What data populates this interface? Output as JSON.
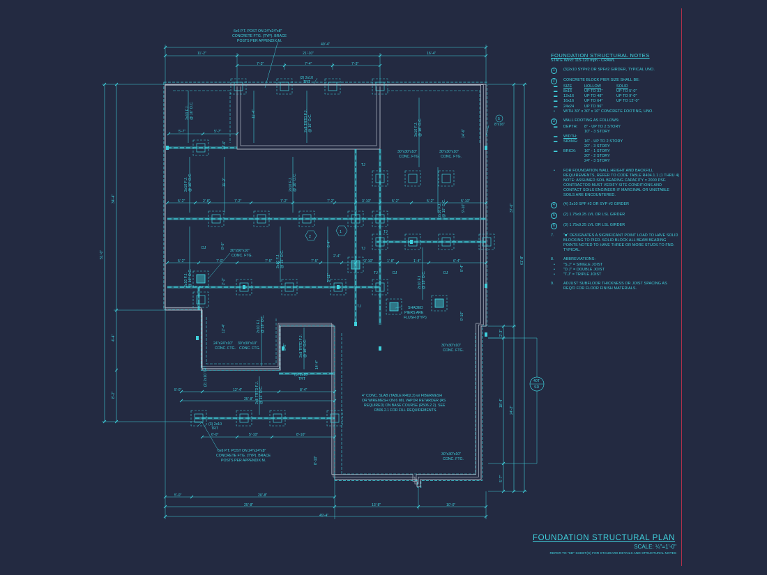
{
  "colors": {
    "background": "#232a41",
    "linework": "#3fd0dc",
    "walls": "#aeb6c4",
    "border": "#b0304a"
  },
  "title": {
    "name": "FOUNDATION STRUCTURAL PLAN",
    "scale": "SCALE: ¼\"=1'-0\"",
    "refer": "REFER TO \"SD\" SHEET(S) FOR STANDARD DETAILS AND STRUCTURAL NOTES"
  },
  "notes": {
    "heading": "FOUNDATION STRUCTURAL NOTES",
    "state": "STATE Wind: 115-120 mph - CRAWL",
    "n1": {
      "num": "1",
      "text": "(3)2x10 SYP#2 OR SPF#2 GIRDER, TYPICAL UNO."
    },
    "n2": {
      "num": "2",
      "text": "CONCRETE BLOCK PIER SIZE SHALL BE:",
      "headers": [
        "SIZE",
        "HOLLOW",
        "SOLID"
      ],
      "rows": [
        [
          "8x16",
          "UP TO 32\"",
          "UP TO 5'-0\""
        ],
        [
          "12x16",
          "UP TO 48\"",
          "UP TO 9'-0\""
        ],
        [
          "16x16",
          "UP TO 64\"",
          "UP TO 12'-0\""
        ],
        [
          "24x24",
          "UP TO 96\"",
          ""
        ]
      ],
      "footing": "WITH 30\" x 30\" x 10\" CONCRETE FOOTING, UNO."
    },
    "n3": {
      "num": "3",
      "text": "WALL FOOTING AS FOLLOWS:",
      "depth_label": "DEPTH:",
      "depth": [
        "8\" - UP TO 2 STORY",
        "10\" - 3 STORY"
      ],
      "width_label": "WIDTH:",
      "siding_label": "SIDING:",
      "siding": [
        "16\" - UP TO 2 STORY",
        "20\" - 3 STORY"
      ],
      "brick_label": "BRICK:",
      "brick": [
        "16\" - 1 STORY",
        "20\" - 2 STORY",
        "24\" - 3 STORY"
      ]
    },
    "wall_note": "FOR FOUNDATION WALL HEIGHT AND BACKFILL REQUIREMENTS, REFER TO CODE TABLE R404.1.1 (1 THRU 4) NOTE: ASSUMED SOIL BEARING CAPACITY = 2000 PSF. CONTRACTOR MUST VERIFY SITE CONDITIONS AND CONTACT SOILS ENGINEER IF MARGINAL OR UNSTABLE SOILS ARE ENCOUNTERED.",
    "n4": {
      "num": "4",
      "text": "(4) 2x10 SPF #2 OR SYP #2 GIRDER"
    },
    "n5": {
      "num": "5",
      "text": "(2) 1.75x9.25 LVL OR LSL GIRDER"
    },
    "n6": {
      "num": "6",
      "text": "(3) 1.75x9.25 LVL OR LSL GIRDER"
    },
    "n7": {
      "num": "7.",
      "text": "\"■\" DESIGNATES A SIGNIFICANT POINT LOAD TO HAVE SOLID BLOCKING TO PIER. SOLID BLOCK ALL BEAM BEARING POINTS NOTED TO HAVE THREE OR MORE STUDS TO FND. TYPICAL."
    },
    "n8": {
      "num": "8.",
      "text": "ABBREVIATIONS:",
      "items": [
        "\"S.J\" = SINGLE JOIST",
        "\"D.J\" = DOUBLE JOIST",
        "\"T.J\" = TRIPLE JOIST"
      ]
    },
    "n9": {
      "num": "9.",
      "text": "ADJUST SUBFLOOR THICKNESS OR JOIST SPACING AS REQ'D FOR FLOOR FINISH MATERIALS."
    }
  },
  "plan": {
    "callout_post_top": [
      "6x6 P.T. POST ON 24\"x24\"x8\"",
      "CONCRETE FTG. (TYP). BRACE",
      "POSTS PER APPENDIX M."
    ],
    "callout_post_bottom": [
      "6x6 P.T. POST ON 24\"x24\"x8\"",
      "CONCRETE FTG. (TYP). BRACE",
      "POSTS PER APPENDIX M."
    ],
    "girder_2x10_trt": [
      "(2) 2x10",
      "TRT"
    ],
    "girder_3x10_trt_a": [
      "(3) 2x10",
      "TRT"
    ],
    "girder_3x10_trt_b": [
      "(3) 2x10",
      "TRT"
    ],
    "girder_2x10_trt_v": "(2) 2x10 TRT",
    "joist_fj": [
      "2x10 F.J.",
      "@ 16\" O.C."
    ],
    "joist_trtd": [
      "2x8 TRTD F.J.",
      "@ 16\" O.C."
    ],
    "ftg_30x30": [
      "30\"x30\"x10\"",
      "CONC. FTG."
    ],
    "ftg_30x56": [
      "30\"x56\"x10\"",
      "CONC. FTG."
    ],
    "ftg_24x24": [
      "24\"x24\"x10\"",
      "CONC. FTG."
    ],
    "shaded_piers": [
      "SHADED",
      "PIERS ARE",
      "FLUSH (TYP.)"
    ],
    "slab_note": [
      "4\" CONC. SLAB (TABLE R402.2) w/ FIBERMESH",
      "OR WIREMESH ON 6 MIL VAPOR RETARDER (AS",
      "REQUIRED) ON BASE COURSE (R506.2.2). SEE",
      "R506.2.1 FOR FILL REQUIREMENTS."
    ],
    "tag_1": "1",
    "tag_2": "2",
    "tag_5": "5",
    "tag_5_size": "8\"x16\"",
    "section_tag": {
      "top": "40T",
      "bottom": "SD"
    },
    "abbr": {
      "tj": "TJ",
      "dj": "DJ"
    }
  },
  "dims": {
    "overall_width": "49'-4\"",
    "top": [
      "11'-2\"",
      "21'-10\"",
      "16'-4\""
    ],
    "top_sub": [
      "7'-3\"",
      "7'-4\"",
      "7'-3\""
    ],
    "bottom_a": [
      "5'-0\"",
      "20'-8\""
    ],
    "bottom_b": [
      "25'-8\"",
      "13'-8\"",
      "10'-0\""
    ],
    "left": [
      "51'-0\"",
      "34'-4\"",
      "4'-4\"",
      "8'-2\""
    ],
    "right": [
      "37'-6\"",
      "61'-8\"",
      "2'-3\"",
      "18'-4\"",
      "24'-2\"",
      "5'-7\""
    ],
    "row1": [
      "5'-7\"",
      "5'-7\""
    ],
    "row2": [
      "5'-2\"",
      "2'-8\"",
      "7'-2\"",
      "7'-2\"",
      "7'-2\"",
      "3'-10\"",
      "5'-2\"",
      "5'-2\"",
      "5'-10\""
    ],
    "row3": [
      "5'-2\"",
      "7'-0\"",
      "7'-5\"",
      "7'-5\"",
      "2'-4\"",
      "3'-10\"",
      "1'-8\"",
      "1'-4\"",
      "6'-4\""
    ],
    "row4": [
      "5'-0\"",
      "12'-4\"",
      "8'-4\""
    ],
    "row5": "25'-8\"",
    "row6": [
      "6'-0\"",
      "5'-10\"",
      "8'-10\""
    ],
    "vert": [
      "11'-4\"",
      "11'-2\"",
      "8'-6\"",
      "2'-2\"",
      "6'-4\"",
      "3'-11\"",
      "9'-10\"",
      "9'-4\"",
      "9'-10\"",
      "14'-6\"",
      "12'-4\"",
      "3'-2\"",
      "14'-4\"",
      "8'-10\""
    ]
  }
}
